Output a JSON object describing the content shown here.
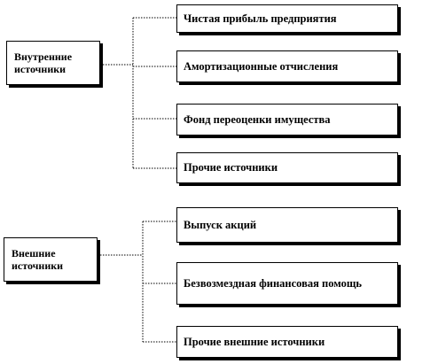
{
  "groups": [
    {
      "source": "Внутренние источники",
      "items": [
        "Чистая прибыль предприятия",
        "Амортизационные отчисления",
        "Фонд переоценки имущества",
        "Прочие источники"
      ]
    },
    {
      "source": "Внешние источники",
      "items": [
        "Выпуск  акций",
        "Безвозмездная финансовая помощь",
        "Прочие внешние источники"
      ]
    }
  ]
}
